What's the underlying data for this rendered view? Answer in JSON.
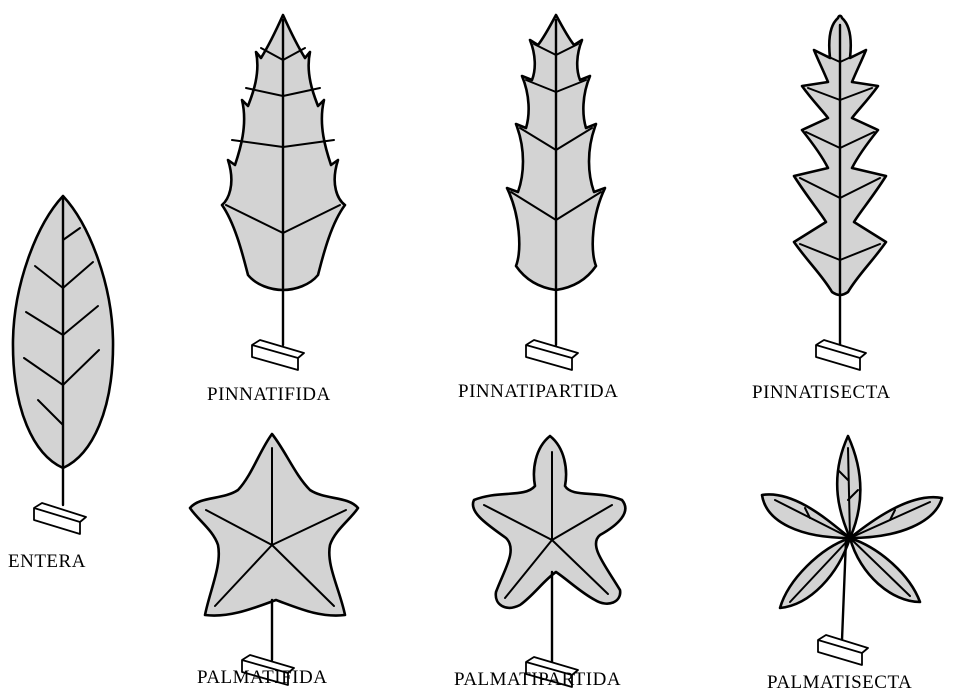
{
  "labels": {
    "entera": "ENTERA",
    "pinnatifida": "PINNATIFIDA",
    "pinnatipartida": "PINNATIPARTIDA",
    "pinnatisecta": "PINNATISECTA",
    "palmatifida": "PALMATIFIDA",
    "palmatipartida": "PALMATIPARTIDA",
    "palmatisecta": "PALMATISECTA"
  },
  "colors": {
    "leaf_fill": "#d3d3d3",
    "outline": "#000000",
    "background": "#ffffff"
  }
}
